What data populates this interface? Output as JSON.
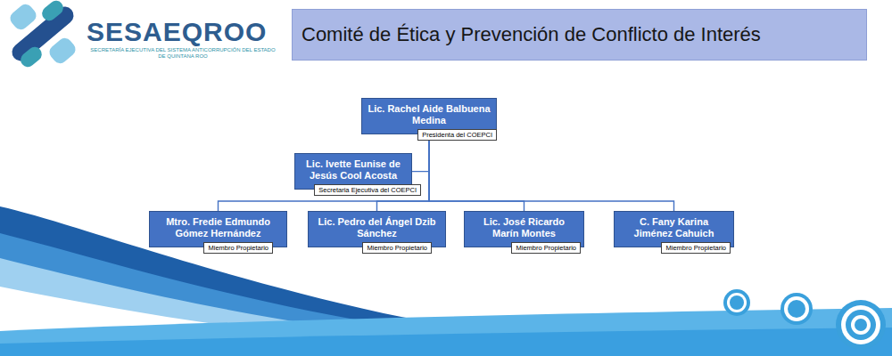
{
  "diagram": {
    "title": "Comité de Ética y Prevención de Conflicto de Interés",
    "nodes": [
      {
        "text": [
          "Lic. Rachel Aide Balbuena Medina",
          "Presidenta del COEPCI"
        ]
      },
      {
        "text": [
          "Lic. Ivette Eunise de Jesús Cool Acosta",
          "Secretaria Ejecutiva del COEPCI"
        ]
      },
      {
        "text": [
          "Mtro. Fredie Edmundo Gómez Hernández",
          "Miembro Propietario"
        ]
      },
      {
        "text": [
          "Lic. Pedro del Ángel Dzib Sánchez",
          "Miembro Propietario"
        ]
      },
      {
        "text": [
          "Lic. José Ricardo Marín Montes",
          "Miembro Propietario"
        ]
      },
      {
        "text": [
          "C. Fany Karina Jiménez Cahuich",
          "Miembro Propietario"
        ]
      }
    ],
    "edges": [
      {
        "from": 0,
        "to": 1,
        "arrow": "none"
      },
      {
        "from": 0,
        "to": 2,
        "arrow": "none"
      },
      {
        "from": 0,
        "to": 3,
        "arrow": "none"
      },
      {
        "from": 0,
        "to": 4,
        "arrow": "none"
      },
      {
        "from": 0,
        "to": 5,
        "arrow": "none"
      }
    ],
    "labels": [
      "SESAEQROO",
      "SECRETARÍA EJECUTIVA DEL SISTEMA ANTICORRUPCIÓN DEL ESTADO DE QUINTANA ROO"
    ]
  }
}
